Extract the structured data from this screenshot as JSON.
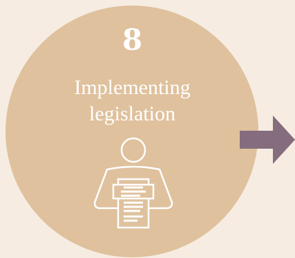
{
  "step": {
    "number": "8",
    "title_line1": "Implementing",
    "title_line2": "legislation",
    "icon": "person-holding-document-icon"
  },
  "next_arrow": {
    "icon": "right-arrow-icon"
  },
  "colors": {
    "background": "#f6ece2",
    "circle": "#dfc19d",
    "text": "#ffffff",
    "arrow": "#856d7e"
  }
}
